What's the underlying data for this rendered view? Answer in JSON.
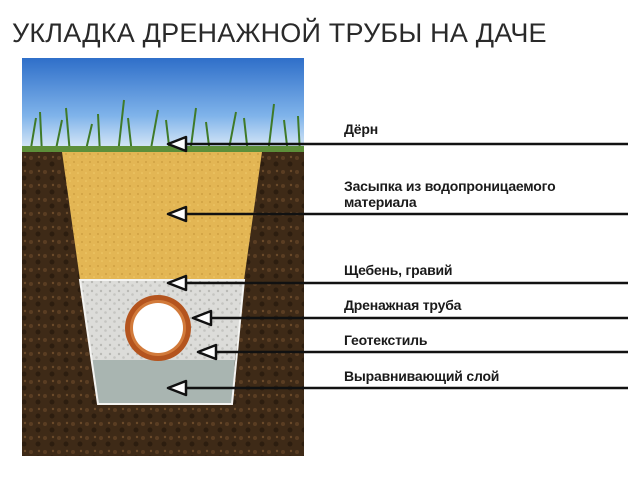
{
  "title": "УКЛАДКА ДРЕНАЖНОЙ ТРУБЫ НА ДАЧЕ",
  "layers": [
    {
      "id": "turf",
      "label": "Дёрн",
      "color": "#5d8f3a"
    },
    {
      "id": "backfill",
      "label": "Засыпка из водопроницаемого материала",
      "color": "#e3b654"
    },
    {
      "id": "gravel",
      "label": "Щебень, гравий",
      "color": "#d9d9d7"
    },
    {
      "id": "pipe",
      "label": "Дренажная труба",
      "color": "#b4541e"
    },
    {
      "id": "geotextile",
      "label": "Геотекстиль",
      "color": "#c9c9c4"
    },
    {
      "id": "leveling",
      "label": "Выравнивающий слой",
      "color": "#a9b5b1"
    }
  ],
  "colors": {
    "soil": "#3e2a17",
    "sky": "#4f8fd8",
    "leader": "#111111"
  }
}
